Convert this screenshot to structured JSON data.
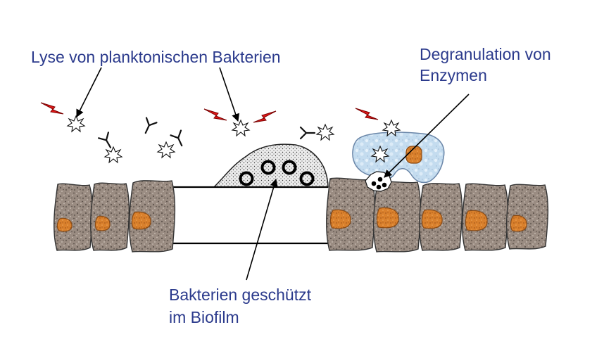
{
  "colors": {
    "label_text": "#2b3a8c",
    "cell_fill": "#9a8c82",
    "cell_stroke": "#333333",
    "nucleus_fill": "#d9802c",
    "nucleus_stroke": "#8a4a14",
    "bolt_fill": "#e01818",
    "bolt_stroke": "#7a0000",
    "neutrophil_fill": "#c4dcef",
    "neutrophil_stroke": "#6a86a8",
    "biofilm_fill": "#e9e9e9"
  },
  "labels": {
    "lysis": "Lyse von planktonischen Bakterien",
    "degranulation_line1": "Degranulation von",
    "degranulation_line2": "Enzymen",
    "biofilm_line1": "Bakterien geschützt",
    "biofilm_line2": "im Biofilm"
  },
  "icons": {
    "lightning": "lightning-bolt-icon",
    "antibody": "antibody-icon",
    "lysed_bacterium": "lysed-bacterium-icon",
    "bacterium": "bacterium-ring-icon",
    "granule": "enzyme-granule-icon"
  }
}
